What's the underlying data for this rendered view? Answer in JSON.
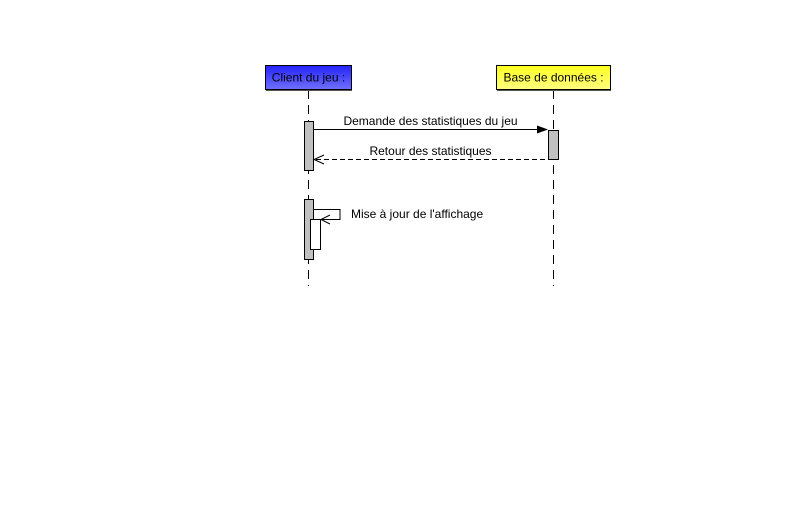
{
  "participants": [
    {
      "label": "Client du jeu :",
      "color": "#3b3bff"
    },
    {
      "label": "Base de données :",
      "color": "#ffff33"
    }
  ],
  "messages": [
    {
      "label": "Demande des statistiques du jeu",
      "kind": "sync"
    },
    {
      "label": "Retour des statistiques",
      "kind": "return"
    },
    {
      "label": "Mise à jour de l'affichage",
      "kind": "self"
    }
  ],
  "colors": {
    "activation": "#c0c0c0",
    "line": "#000000"
  }
}
